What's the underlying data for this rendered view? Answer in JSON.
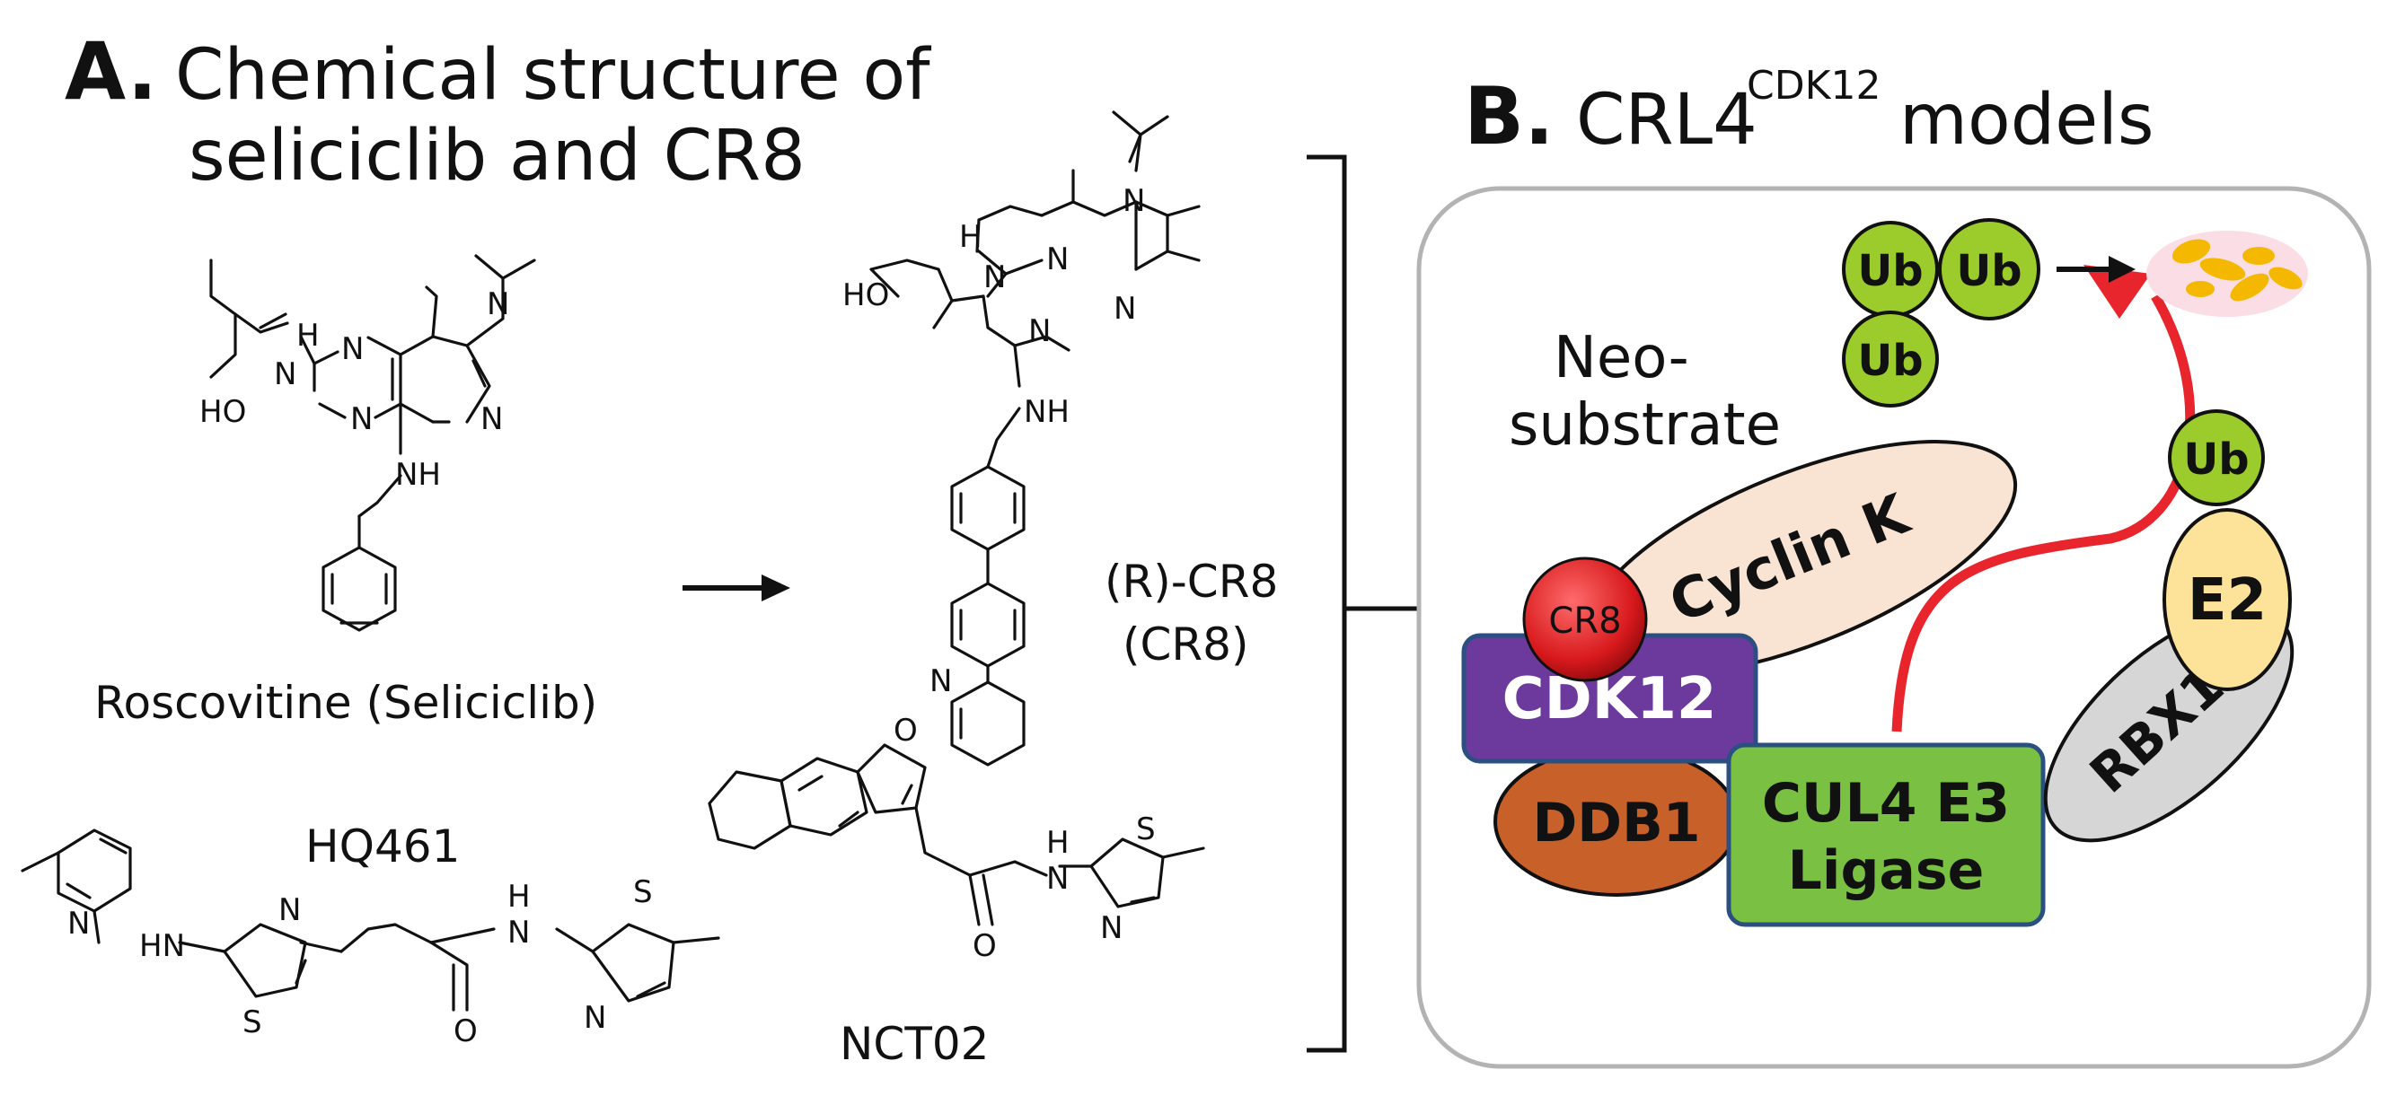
{
  "panel_a": {
    "letter": "A.",
    "title_line1": "Chemical structure of",
    "title_line2": "seliciclib and CR8"
  },
  "panel_b": {
    "letter": "B.",
    "title_base": "CRL4",
    "title_sup": "CDK12",
    "title_tail": "models"
  },
  "molecules": {
    "roscovitine": "Roscovitine (Seliciclib)",
    "cr8_line1": "(R)-CR8",
    "cr8_line2": "(CR8)",
    "hq461": "HQ461",
    "nct02": "NCT02"
  },
  "atoms": {
    "N": "N",
    "NH": "NH",
    "HN": "HN",
    "H": "H",
    "HO": "HO",
    "O": "O",
    "S": "S"
  },
  "diagram": {
    "neo_line1": "Neo-",
    "neo_line2": "substrate",
    "cyclin_k": "Cyclin K",
    "cr8": "CR8",
    "cdk12": "CDK12",
    "ddb1": "DDB1",
    "cul4_line1": "CUL4 E3",
    "cul4_line2": "Ligase",
    "rbx1": "RBX1",
    "e2": "E2",
    "ub": "Ub"
  },
  "colors": {
    "cyclin_k": "#f9e4d4",
    "cr8": "#d7191c",
    "cdk12": "#6c3a9c",
    "ddb1": "#c8602a",
    "cul4": "#7ac143",
    "rbx1": "#d6d6d6",
    "e2": "#fde39a",
    "ub": "#9ccc2c",
    "arrow_red": "#e8242c",
    "frame": "#b3b3b3"
  }
}
